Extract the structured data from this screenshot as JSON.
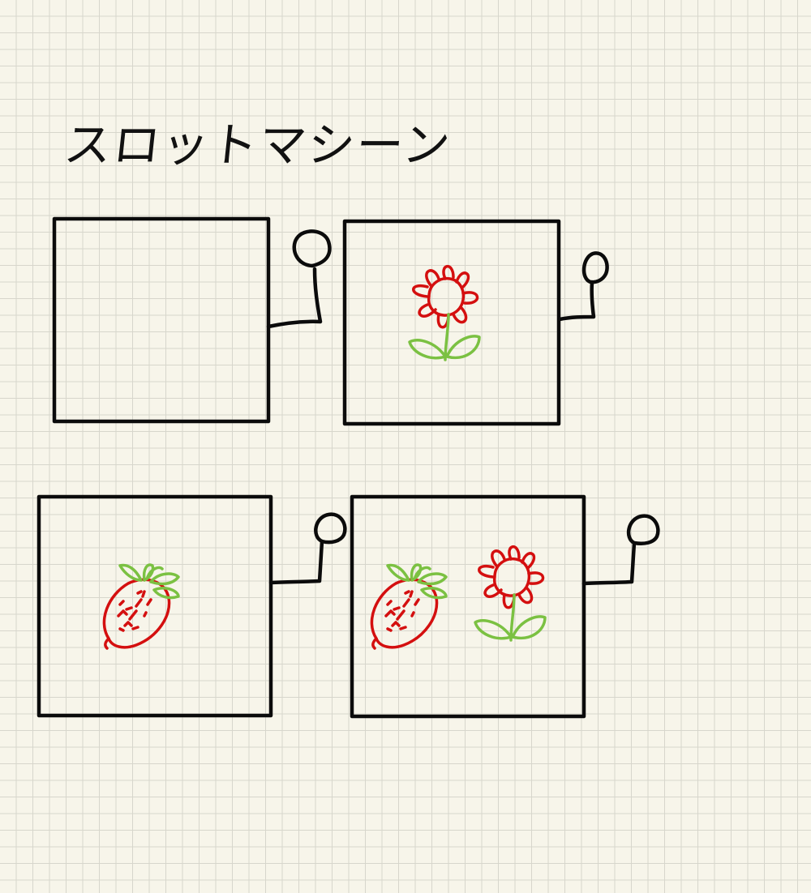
{
  "title": "スロットマシーン",
  "frames": [
    {
      "content": "empty"
    },
    {
      "content": "flower"
    },
    {
      "content": "strawberry"
    },
    {
      "content": "strawberry-and-flower"
    }
  ],
  "colors": {
    "paper": "#f7f5ea",
    "grid": "#d7d6cc",
    "ink": "#0b0b0b",
    "red": "#d40f0f",
    "green": "#7bc142"
  }
}
